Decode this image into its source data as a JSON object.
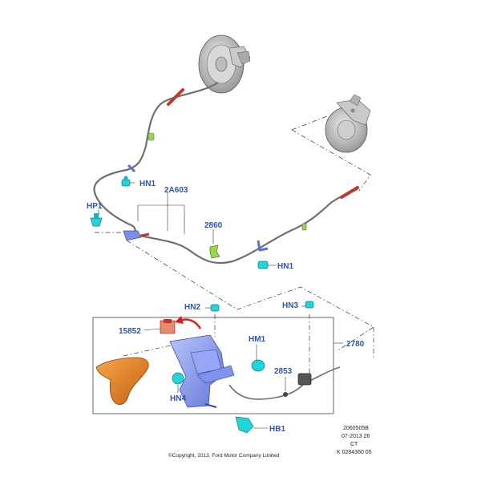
{
  "diagram": {
    "callouts": {
      "hn1_top": "HN1",
      "hp1": "HP1",
      "cable_2a603": "2A603",
      "part_2860": "2860",
      "hn1_right": "HN1",
      "hn2": "HN2",
      "hn3": "HN3",
      "part_15852": "15852",
      "hm1": "HM1",
      "part_2780": "2780",
      "part_2853": "2853",
      "hn4": "HN4",
      "hb1": "HB1"
    },
    "reference": {
      "code": "2060505B",
      "date": "07-2013 26",
      "region": "CT",
      "number": "K 0284360 05"
    },
    "copyright": "©Copyright, 2013, Ford Motor Company Limited"
  },
  "colors": {
    "callout_text": "#2a55b8",
    "cyan_fastener": "#22d3d8",
    "blue_bracket": "#8a9df0",
    "orange_cover": "#e07a1a",
    "red_sleeve": "#c0392b",
    "green_clip": "#9ad84a",
    "cable": "#6f6f6f"
  }
}
